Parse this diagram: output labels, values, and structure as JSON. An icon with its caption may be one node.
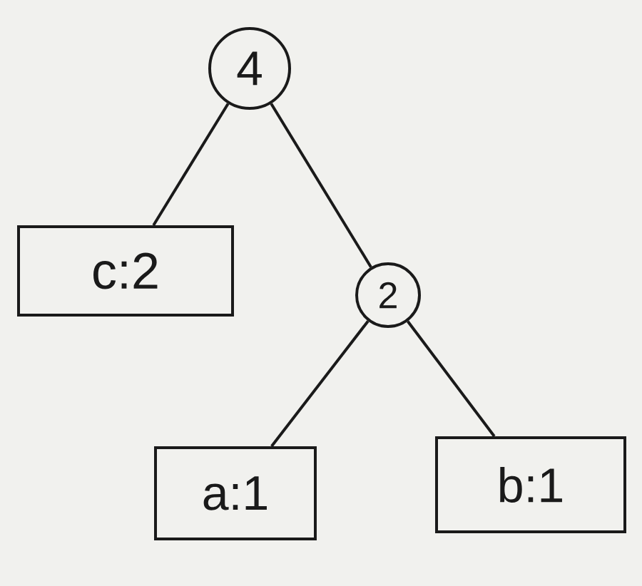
{
  "diagram": {
    "nodes": [
      {
        "text": [
          "4"
        ]
      },
      {
        "text": [
          "c:2"
        ]
      },
      {
        "text": [
          "2"
        ]
      },
      {
        "text": [
          "a:1"
        ]
      },
      {
        "text": [
          "b:1"
        ]
      }
    ],
    "edges": [
      {
        "from": 0,
        "to": 1,
        "arrow": "none"
      },
      {
        "from": 0,
        "to": 2,
        "arrow": "none"
      },
      {
        "from": 2,
        "to": 3,
        "arrow": "none"
      },
      {
        "from": 2,
        "to": 4,
        "arrow": "none"
      }
    ]
  }
}
